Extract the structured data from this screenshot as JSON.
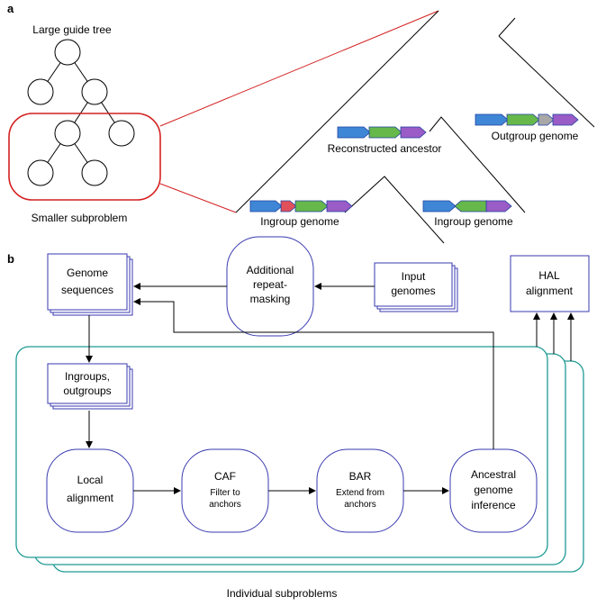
{
  "panel_a": {
    "label": "a",
    "tree_title": "Large guide tree",
    "subproblem_caption": "Smaller subproblem",
    "reconstructed_ancestor": "Reconstructed ancestor",
    "outgroup_genome": "Outgroup genome",
    "ingroup_genome_1": "Ingroup genome",
    "ingroup_genome_2": "Ingroup genome"
  },
  "panel_b": {
    "label": "b",
    "genome_sequences": [
      "Genome",
      "sequences"
    ],
    "additional_repeat_masking": [
      "Additional",
      "repeat-",
      "masking"
    ],
    "input_genomes": [
      "Input",
      "genomes"
    ],
    "hal_alignment": [
      "HAL",
      "alignment"
    ],
    "ingroups_outgroups": [
      "Ingroups,",
      "outgroups"
    ],
    "local_alignment": [
      "Local",
      "alignment"
    ],
    "caf_title": "CAF",
    "caf_sub": [
      "Filter to",
      "anchors"
    ],
    "bar_title": "BAR",
    "bar_sub": [
      "Extend from",
      "anchors"
    ],
    "ancestral_genome_inference": [
      "Ancestral",
      "genome",
      "inference"
    ],
    "individual_subproblems": "Individual subproblems"
  },
  "colors": {
    "gene_blue": "#3f87d6",
    "gene_green": "#66b84a",
    "gene_purple": "#9a5cc6",
    "gene_red": "#e0505a",
    "gene_gray": "#a8a8a8",
    "gene_stroke": "#1f3fa0",
    "box_stroke": "#3a3ab0",
    "teal": "#1e9a94",
    "red_outline": "#d42020"
  }
}
